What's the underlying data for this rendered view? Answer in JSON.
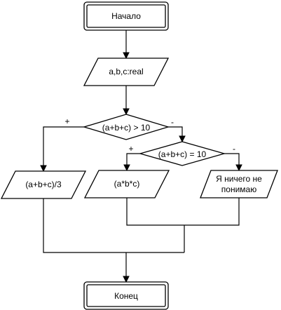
{
  "diagram": {
    "start": "Начало",
    "input": "a,b,c:real",
    "decision1": {
      "condition": "(a+b+c) > 10",
      "yes_label": "+",
      "no_label": "-"
    },
    "decision2": {
      "condition": "(a+b+c) = 10",
      "yes_label": "+",
      "no_label": "-"
    },
    "output_left": "(a+b+c)/3",
    "output_middle": "(a*b*c)",
    "output_right": [
      "Я ничего не",
      "понимаю"
    ],
    "end": "Конец"
  }
}
